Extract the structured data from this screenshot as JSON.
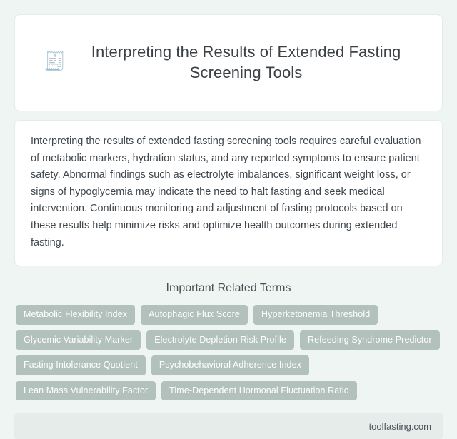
{
  "header": {
    "icon": "receipt-icon",
    "icon_glyph": "🧾",
    "title": "Interpreting the Results of Extended Fasting Screening Tools"
  },
  "body": {
    "paragraph": "Interpreting the results of extended fasting screening tools requires careful evaluation of metabolic markers, hydration status, and any reported symptoms to ensure patient safety. Abnormal findings such as electrolyte imbalances, significant weight loss, or signs of hypoglycemia may indicate the need to halt fasting and seek medical intervention. Continuous monitoring and adjustment of fasting protocols based on these results help minimize risks and optimize health outcomes during extended fasting."
  },
  "related_terms": {
    "heading": "Important Related Terms",
    "tags": [
      "Metabolic Flexibility Index",
      "Autophagic Flux Score",
      "Hyperketonemia Threshold",
      "Glycemic Variability Marker",
      "Electrolyte Depletion Risk Profile",
      "Refeeding Syndrome Predictor",
      "Fasting Intolerance Quotient",
      "Psychobehavioral Adherence Index",
      "Lean Mass Vulnerability Factor",
      "Time-Dependent Hormonal Fluctuation Ratio"
    ]
  },
  "footer": {
    "domain": "toolfasting.com"
  },
  "colors": {
    "page_background": "#eff5f3",
    "card_background": "#ffffff",
    "card_border": "#e3eceb",
    "tag_background": "#b3c1bd",
    "tag_text": "#ffffff",
    "footer_background": "#e6ecea",
    "title_text": "#3c4146",
    "body_text": "#3f474d"
  }
}
